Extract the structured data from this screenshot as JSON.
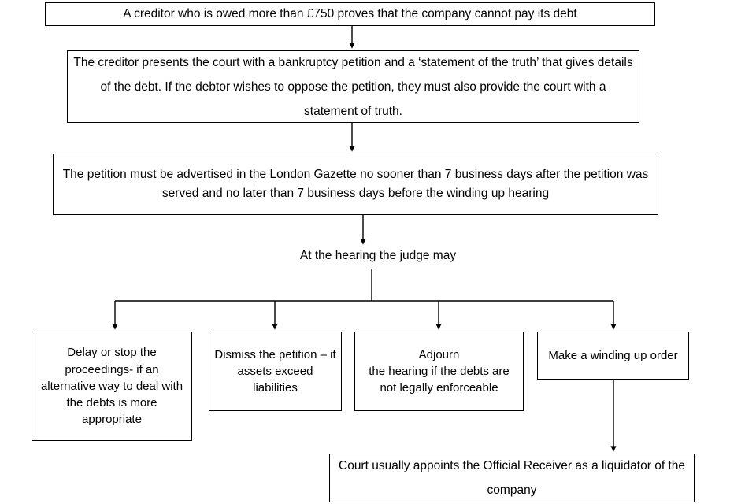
{
  "diagram": {
    "title": "Winding up petition process flowchart",
    "ink_color": "#000000",
    "background_color": "#ffffff",
    "nodes": {
      "creditor_owed": "A creditor who is owed more than £750 proves that the company cannot pay its debt",
      "petition_filed": "The creditor presents the court with a bankruptcy petition and a ‘statement of the truth’ that gives details of the debt.  If the debtor wishes to oppose the petition, they must also provide the court with a statement of truth.",
      "advertise_gazette": "The petition must be advertised in the London Gazette no sooner than 7 business days after the petition was served and no later than 7 business days before the winding up hearing",
      "judge_may": "At the hearing the judge may",
      "delay_stop": "Delay or stop the proceedings- if an alternative way to deal with the debts is more appropriate",
      "dismiss_petition": "Dismiss the petition – if assets exceed liabilities",
      "adjourn_hearing": "Adjourn\nthe hearing if the debts are not legally enforceable",
      "winding_up_order": "Make a winding up order",
      "official_receiver": "Court usually appoints the Official Receiver as a liquidator of the company"
    },
    "connectors": [
      {
        "name": "creditor-owed-to-petition-filed",
        "from": "creditor_owed",
        "to": "petition_filed",
        "style": "arrow-down"
      },
      {
        "name": "petition-filed-to-advertise-gazette",
        "from": "petition_filed",
        "to": "advertise_gazette",
        "style": "arrow-down"
      },
      {
        "name": "advertise-gazette-to-judge-may",
        "from": "advertise_gazette",
        "to": "judge_may",
        "style": "arrow-down"
      },
      {
        "name": "judge-may-branch-bar",
        "from": "judge_may",
        "to": "four-outcomes",
        "style": "fork-four-way"
      },
      {
        "name": "judge-may-to-delay-stop",
        "from": "judge_may",
        "to": "delay_stop",
        "style": "arrow-down"
      },
      {
        "name": "judge-may-to-dismiss-petition",
        "from": "judge_may",
        "to": "dismiss_petition",
        "style": "arrow-down"
      },
      {
        "name": "judge-may-to-adjourn-hearing",
        "from": "judge_may",
        "to": "adjourn_hearing",
        "style": "arrow-down"
      },
      {
        "name": "judge-may-to-winding-up-order",
        "from": "judge_may",
        "to": "winding_up_order",
        "style": "arrow-down"
      },
      {
        "name": "winding-up-order-to-official-receiver",
        "from": "winding_up_order",
        "to": "official_receiver",
        "style": "arrow-down"
      }
    ]
  }
}
